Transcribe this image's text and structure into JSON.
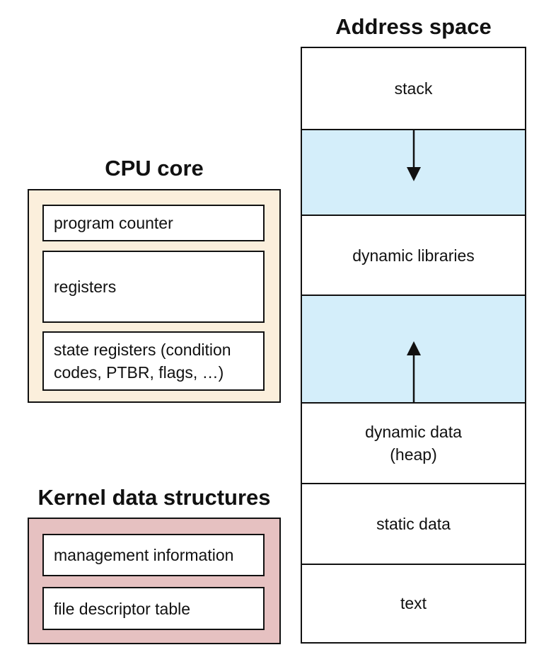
{
  "cpu": {
    "title": "CPU core",
    "items": [
      "program counter",
      "registers",
      "state registers (condition codes, PTBR, flags, …)"
    ]
  },
  "kernel": {
    "title": "Kernel data structures",
    "items": [
      "management information",
      "file descriptor table"
    ]
  },
  "address_space": {
    "title": "Address space",
    "segments": {
      "stack": "stack",
      "dynamic_libraries": "dynamic libraries",
      "heap_line1": "dynamic data",
      "heap_line2": "(heap)",
      "static_data": "static data",
      "text": "text"
    }
  },
  "colors": {
    "cpu_fill": "#fbefdc",
    "kernel_fill": "#e6c1c1",
    "gap_fill": "#d4eefa"
  }
}
